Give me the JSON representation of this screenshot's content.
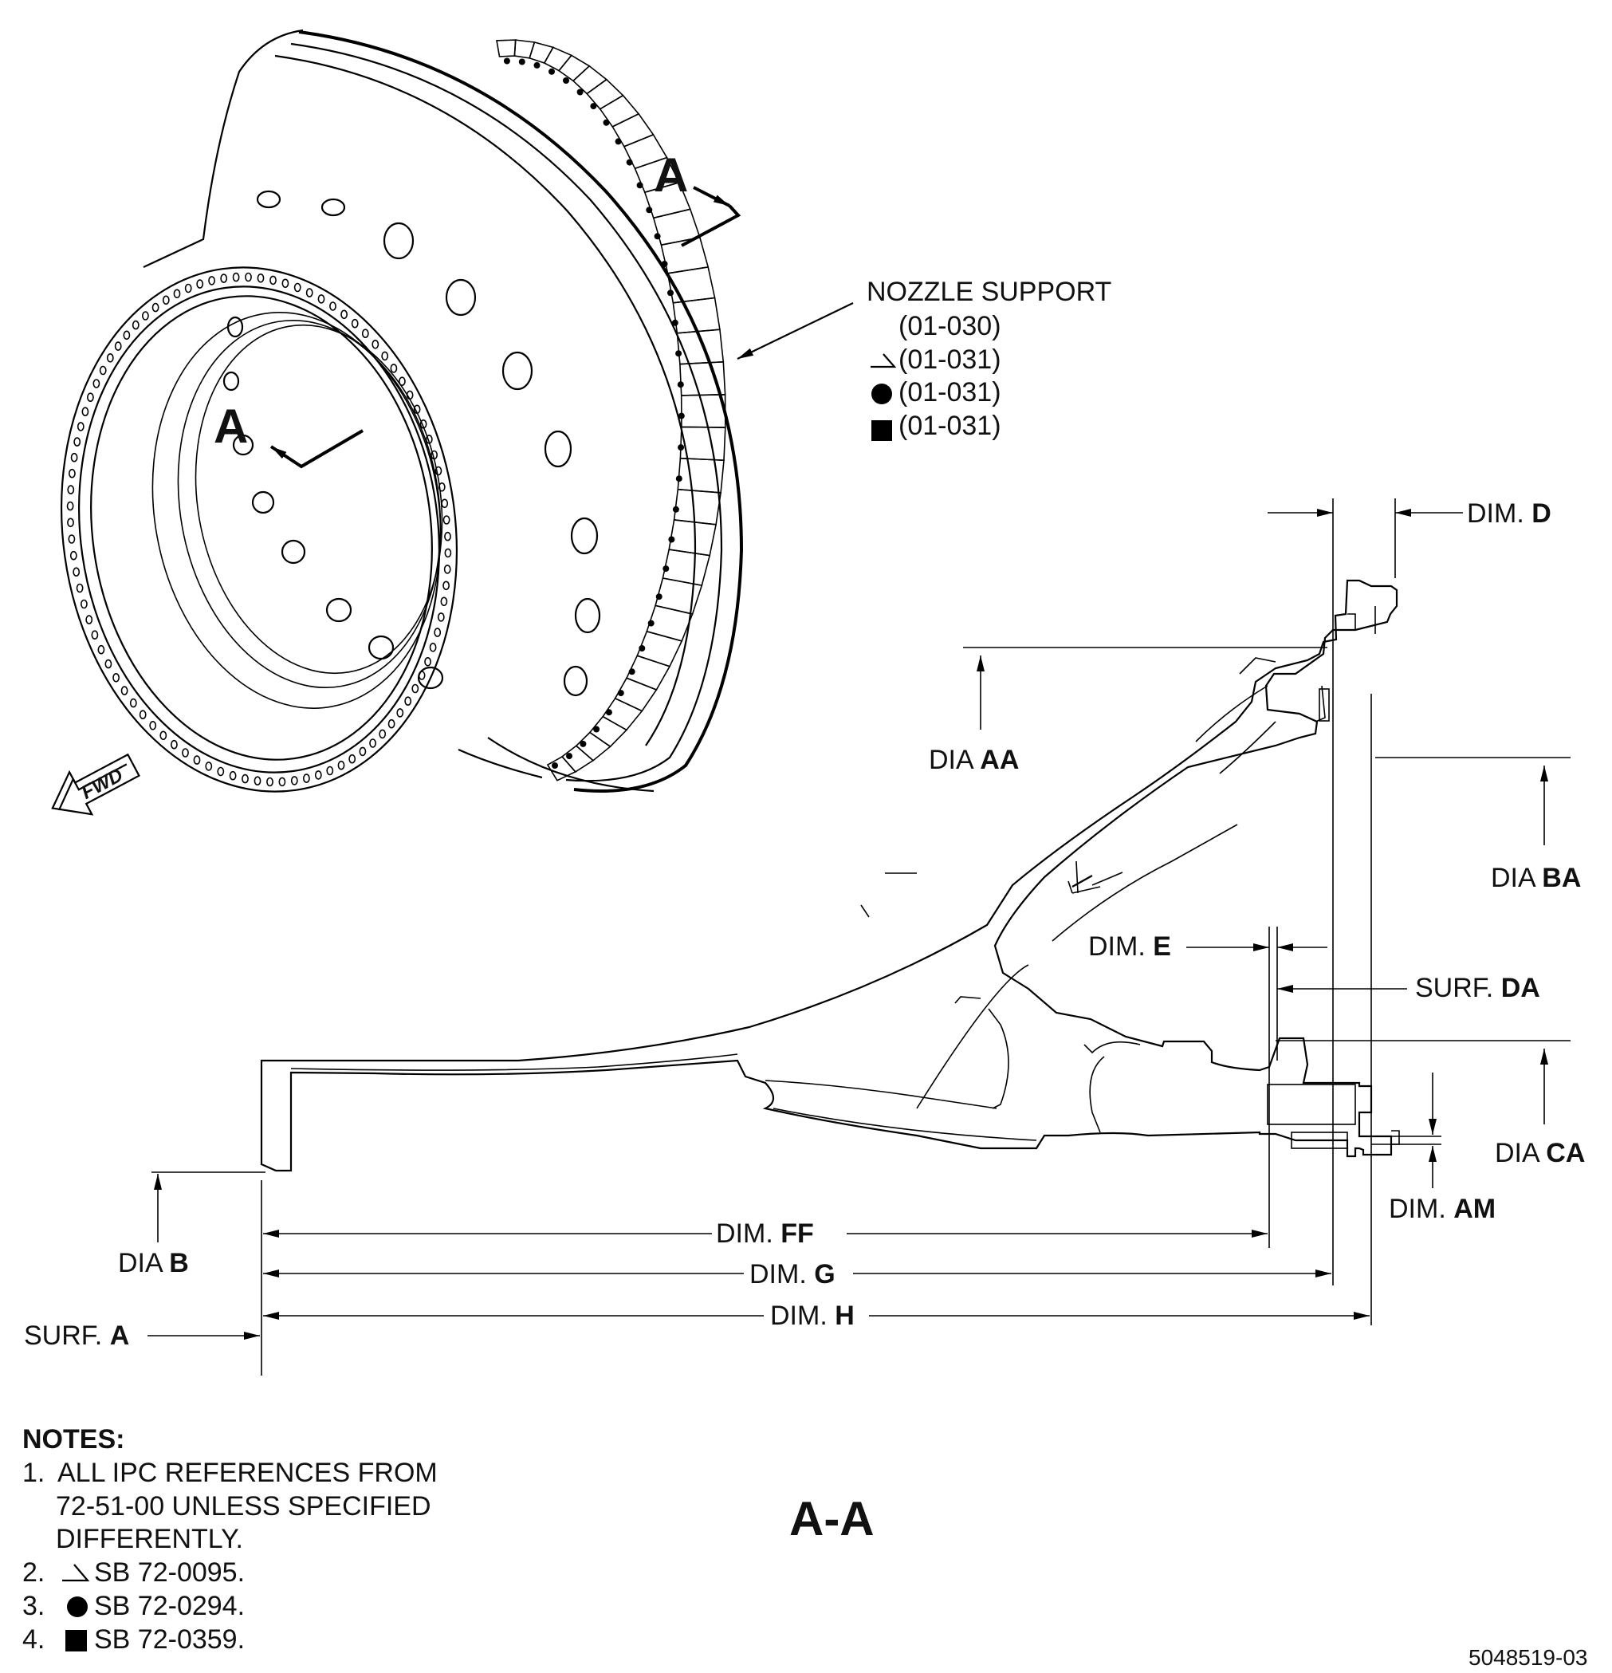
{
  "callout": {
    "title": "NOZZLE SUPPORT",
    "refs": [
      {
        "marker": "none",
        "text": "(01-030)"
      },
      {
        "marker": "tick-mark",
        "text": "(01-031)"
      },
      {
        "marker": "filled-circle",
        "text": "(01-031)"
      },
      {
        "marker": "filled-square",
        "text": "(01-031)"
      }
    ]
  },
  "section_markers": {
    "top": "A",
    "left": "A"
  },
  "fwd_label": "FWD",
  "dims": {
    "d": {
      "prefix": "DIM.",
      "code": "D"
    },
    "aa": {
      "prefix": "DIA",
      "code": "AA"
    },
    "ba": {
      "prefix": "DIA",
      "code": "BA"
    },
    "e": {
      "prefix": "DIM.",
      "code": "E"
    },
    "da": {
      "prefix": "SURF.",
      "code": "DA"
    },
    "ca": {
      "prefix": "DIA",
      "code": "CA"
    },
    "am": {
      "prefix": "DIM.",
      "code": "AM"
    },
    "b": {
      "prefix": "DIA",
      "code": "B"
    },
    "ff": {
      "prefix": "DIM.",
      "code": "FF"
    },
    "g": {
      "prefix": "DIM.",
      "code": "G"
    },
    "h": {
      "prefix": "DIM.",
      "code": "H"
    },
    "a": {
      "prefix": "SURF.",
      "code": "A"
    }
  },
  "section_title": "A-A",
  "notes": {
    "heading": "NOTES:",
    "items": [
      {
        "num": "1.",
        "lines": [
          "ALL IPC REFERENCES FROM",
          "72-51-00 UNLESS SPECIFIED",
          "DIFFERENTLY."
        ]
      },
      {
        "num": "2.",
        "marker": "tick-mark",
        "lines": [
          "SB 72-0095."
        ]
      },
      {
        "num": "3.",
        "marker": "filled-circle",
        "lines": [
          "SB 72-0294."
        ]
      },
      {
        "num": "4.",
        "marker": "filled-square",
        "lines": [
          "SB 72-0359."
        ]
      }
    ]
  },
  "figure_id": "5048519-03"
}
